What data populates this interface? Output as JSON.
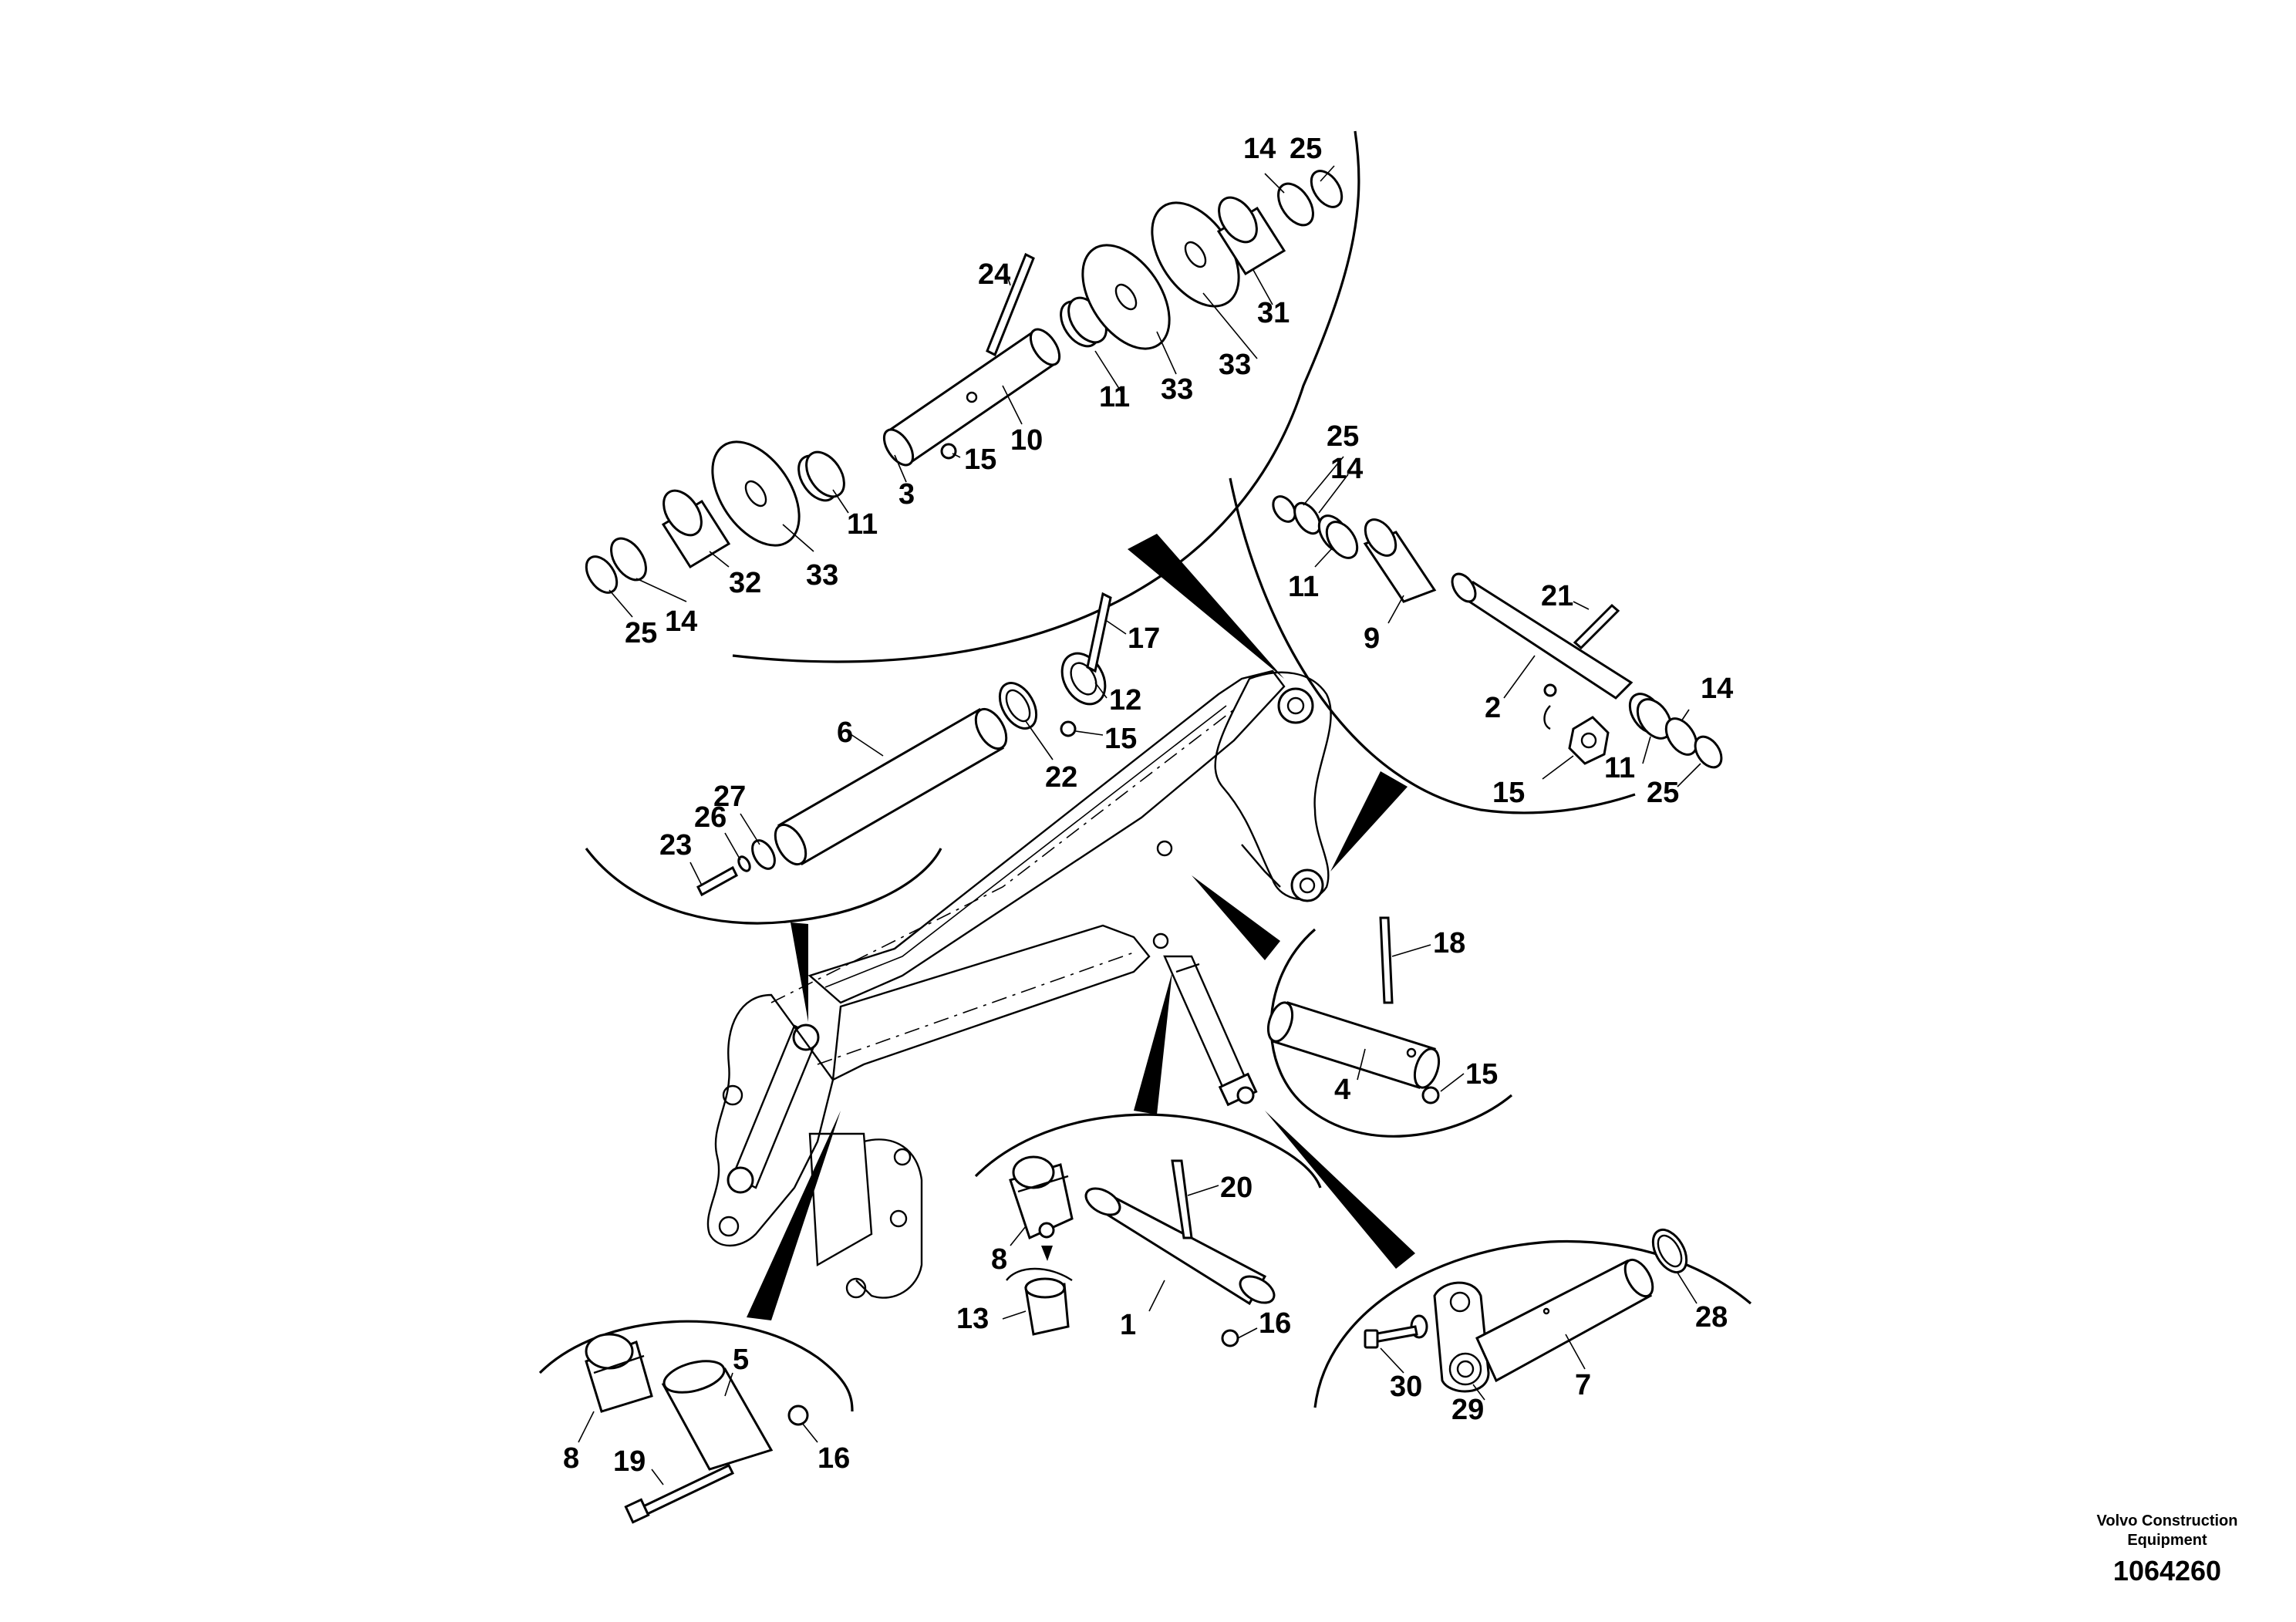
{
  "drawing": {
    "callouts": {
      "c1": "1",
      "c2": "2",
      "c3": "3",
      "c4": "4",
      "c5": "5",
      "c6": "6",
      "c7": "7",
      "c8": "8",
      "c9": "9",
      "c10": "10",
      "c11": "11",
      "c12": "12",
      "c13": "13",
      "c14": "14",
      "c15": "15",
      "c16": "16",
      "c17": "17",
      "c18": "18",
      "c19": "19",
      "c20": "20",
      "c21": "21",
      "c22": "22",
      "c23": "23",
      "c24": "24",
      "c25": "25",
      "c26": "26",
      "c27": "27",
      "c28": "28",
      "c29": "29",
      "c30": "30",
      "c31": "31",
      "c32": "32",
      "c33": "33"
    }
  },
  "footer": {
    "brand_line1": "Volvo Construction",
    "brand_line2": "Equipment",
    "drawing_number": "1064260"
  }
}
